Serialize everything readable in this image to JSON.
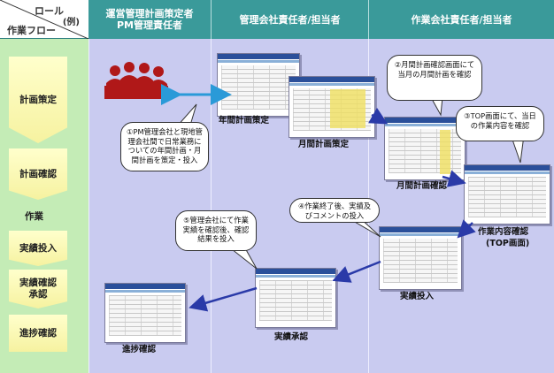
{
  "header": {
    "corner": {
      "role": "ロール",
      "example": "(例)",
      "flow": "作業フロー"
    },
    "columns": [
      {
        "line1": "運営管理計画策定者",
        "line2": "PM管理責任者"
      },
      {
        "line1": "管理会社責任者/担当者",
        "line2": ""
      },
      {
        "line1": "作業会社責任者/担当者",
        "line2": ""
      }
    ]
  },
  "flow": {
    "steps": [
      "計画策定",
      "計画確認",
      "実績投入",
      "実績確認承認",
      "進捗確認"
    ],
    "work_label": "作業"
  },
  "captions": {
    "annual_plan": "年間計画策定",
    "monthly_plan": "月間計画策定",
    "monthly_confirm": "月間計画確認",
    "work_confirm": "作業内容確認",
    "top_screen": "(TOP画面)",
    "actual_input": "実績投入",
    "actual_approve": "実績承認",
    "progress_confirm": "進捗確認"
  },
  "bubbles": {
    "b1": "①PM管理会社と現地管理会社間で日常業務についての年間計画・月間計画を策定・投入",
    "b2": "②月間計画確認画面にて当月の月間計画を確認",
    "b3": "③TOP画面にて、当日の作業内容を確認",
    "b4": "④作業終了後、実績及びコメントの投入",
    "b5": "⑤管理会社にて作業実績を確認後、確認結果を投入"
  },
  "colors": {
    "header": "#3a9a9a",
    "role_column": "#c9cbf0",
    "flow_column": "#c4ecb6",
    "flow_step": "#f6f2a0",
    "people": "#b01818",
    "arrow_blue": "#2a3aa8",
    "double_arrow": "#2a9ad8"
  },
  "icons": {
    "people": "meeting-people-icon"
  }
}
